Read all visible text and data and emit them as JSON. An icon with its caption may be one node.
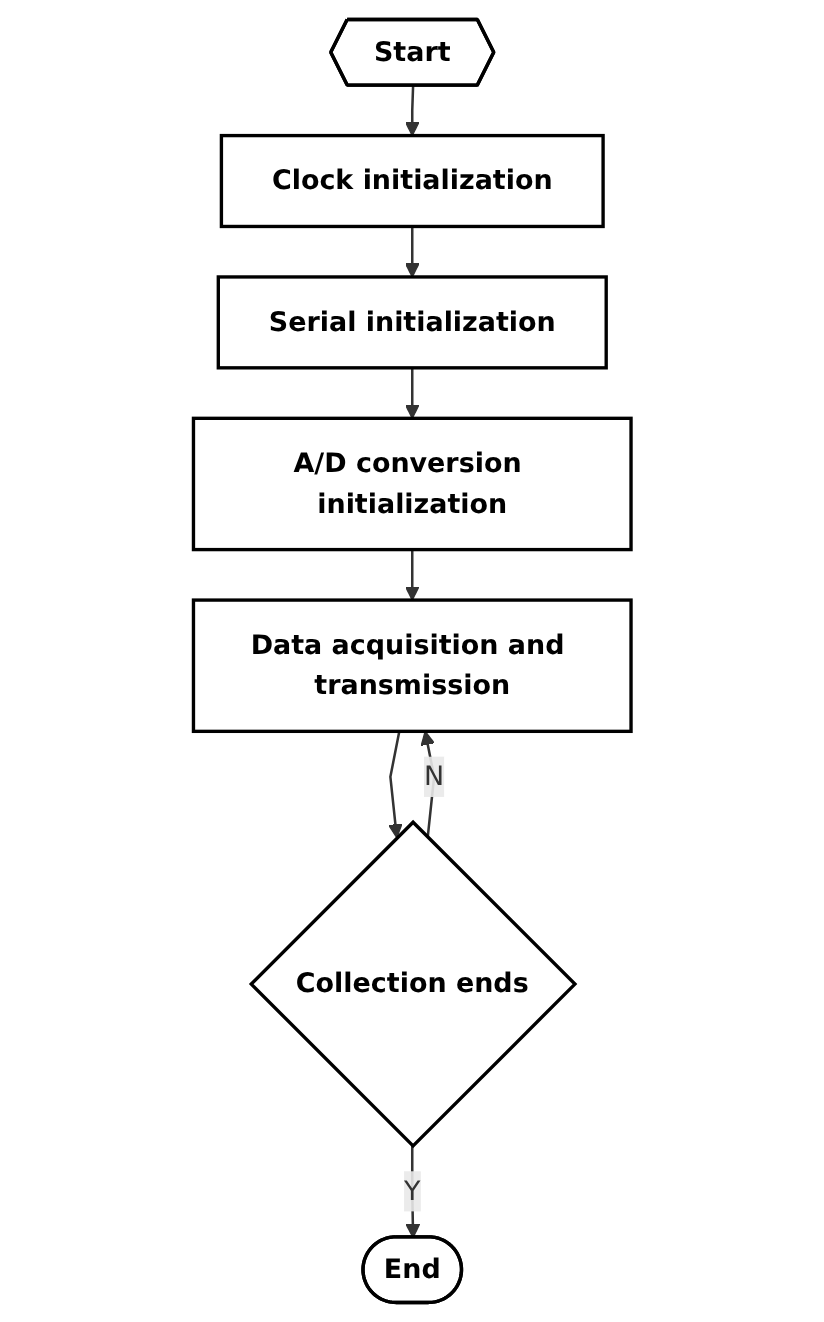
{
  "diagram": {
    "nodes": [
      {
        "text": [
          "Start"
        ]
      },
      {
        "text": [
          "Clock initialization"
        ]
      },
      {
        "text": [
          "Serial initialization"
        ]
      },
      {
        "text": [
          "A/D conversion initialization"
        ]
      },
      {
        "text": [
          "Data acquisition and transmission"
        ]
      },
      {
        "text": [
          "Collection ends"
        ]
      },
      {
        "text": [
          "End"
        ]
      }
    ],
    "edges": [
      {
        "from": 0,
        "to": 1,
        "arrow": "to"
      },
      {
        "from": 1,
        "to": 2,
        "arrow": "to"
      },
      {
        "from": 2,
        "to": 3,
        "arrow": "to"
      },
      {
        "from": 3,
        "to": 4,
        "arrow": "to"
      },
      {
        "from": 4,
        "to": 5,
        "arrow": "to"
      },
      {
        "from": 5,
        "to": 4,
        "label": "N",
        "arrow": "to"
      },
      {
        "from": 5,
        "to": 6,
        "label": "Y",
        "arrow": "to"
      }
    ]
  }
}
